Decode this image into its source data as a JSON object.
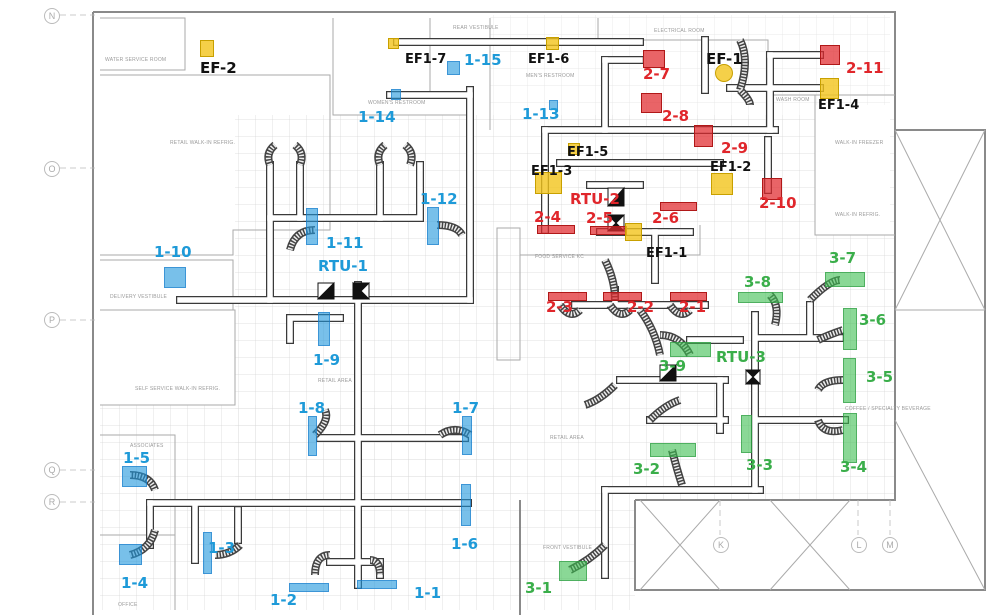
{
  "colors": {
    "zone1": "#1e9ad8",
    "zone2": "#e0262b",
    "zone3": "#3aae4a",
    "exhaust": "#f2c41c"
  },
  "units": {
    "rtu1": "RTU-1",
    "rtu2": "RTU-2",
    "rtu3": "RTU-3"
  },
  "zone1": [
    "1-1",
    "1-2",
    "1-3",
    "1-4",
    "1-5",
    "1-6",
    "1-7",
    "1-8",
    "1-9",
    "1-10",
    "1-11",
    "1-12",
    "1-13",
    "1-14",
    "1-15"
  ],
  "zone2": [
    "2-1",
    "2-2",
    "2-3",
    "2-4",
    "2-5",
    "2-6",
    "2-7",
    "2-8",
    "2-9",
    "2-10",
    "2-11"
  ],
  "zone3": [
    "3-1",
    "3-2",
    "3-3",
    "3-4",
    "3-5",
    "3-6",
    "3-7",
    "3-8",
    "3-9"
  ],
  "exhaust": [
    "EF-1",
    "EF-2",
    "EF1-1",
    "EF1-2",
    "EF1-3",
    "EF1-4",
    "EF1-5",
    "EF1-6",
    "EF1-7"
  ],
  "rooms": {
    "water_service": "WATER SERVICE ROOM",
    "retail_walkin": "RETAIL WALK-IN REFRIG.",
    "womens": "WOMEN'S RESTROOM",
    "rear_vestibule": "REAR VESTIBULE",
    "mens": "MEN'S RESTROOM",
    "electrical": "ELECTRICAL ROOM",
    "wash": "WASH ROOM",
    "freezer": "WALK-IN FREEZER",
    "walkin_refrig": "WALK-IN REFRIG.",
    "food_service": "FOOD SERVICE KC",
    "delivery": "DELIVERY VESTIBULE",
    "self_service": "SELF SERVICE WALK-IN REFRIG.",
    "retail_area": "RETAIL AREA",
    "associates": "ASSOCIATES",
    "office": "OFFICE",
    "front_vestibule": "FRONT VESTIBULE",
    "coffee": "COFFEE / SPECIALTY BEVERAGE"
  },
  "grid_lines": [
    "N",
    "O",
    "P",
    "Q",
    "R",
    "K",
    "L",
    "M"
  ]
}
